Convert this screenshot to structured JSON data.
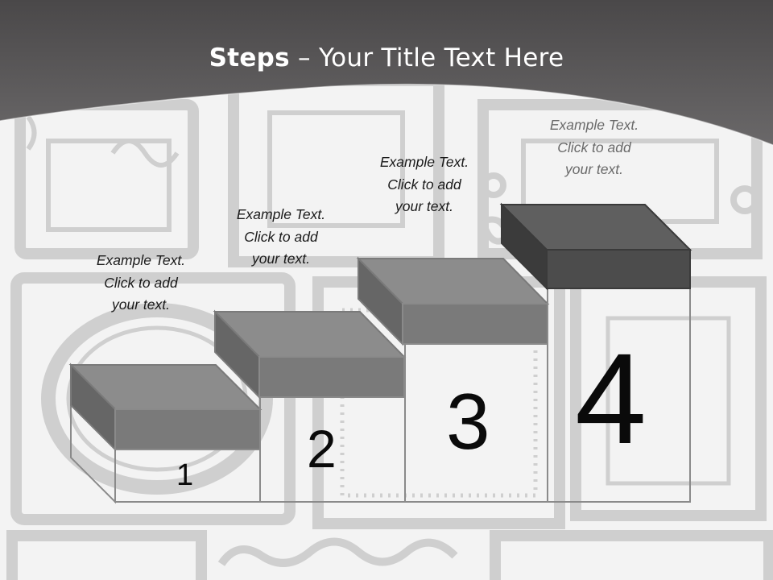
{
  "slide": {
    "title_bold": "Steps",
    "title_rest": " – Your Title Text Here"
  },
  "steps": [
    {
      "number": "1",
      "text": [
        "Example Text.",
        "Click  to add",
        "your text."
      ]
    },
    {
      "number": "2",
      "text": [
        "Example Text.",
        "Click  to add",
        "your text."
      ]
    },
    {
      "number": "3",
      "text": [
        "Example Text.",
        "Click  to add",
        "your text."
      ]
    },
    {
      "number": "4",
      "text": [
        "Example Text.",
        "Click  to add",
        "your text."
      ]
    }
  ],
  "colors": {
    "header": "#5a5859",
    "step_top": "#8c8c8c",
    "step_front": "#7a7a7a",
    "step_side": "#666666",
    "step4_top": "#5f5f5f",
    "step4_front": "#4c4c4c",
    "step4_side": "#3b3b3b"
  }
}
